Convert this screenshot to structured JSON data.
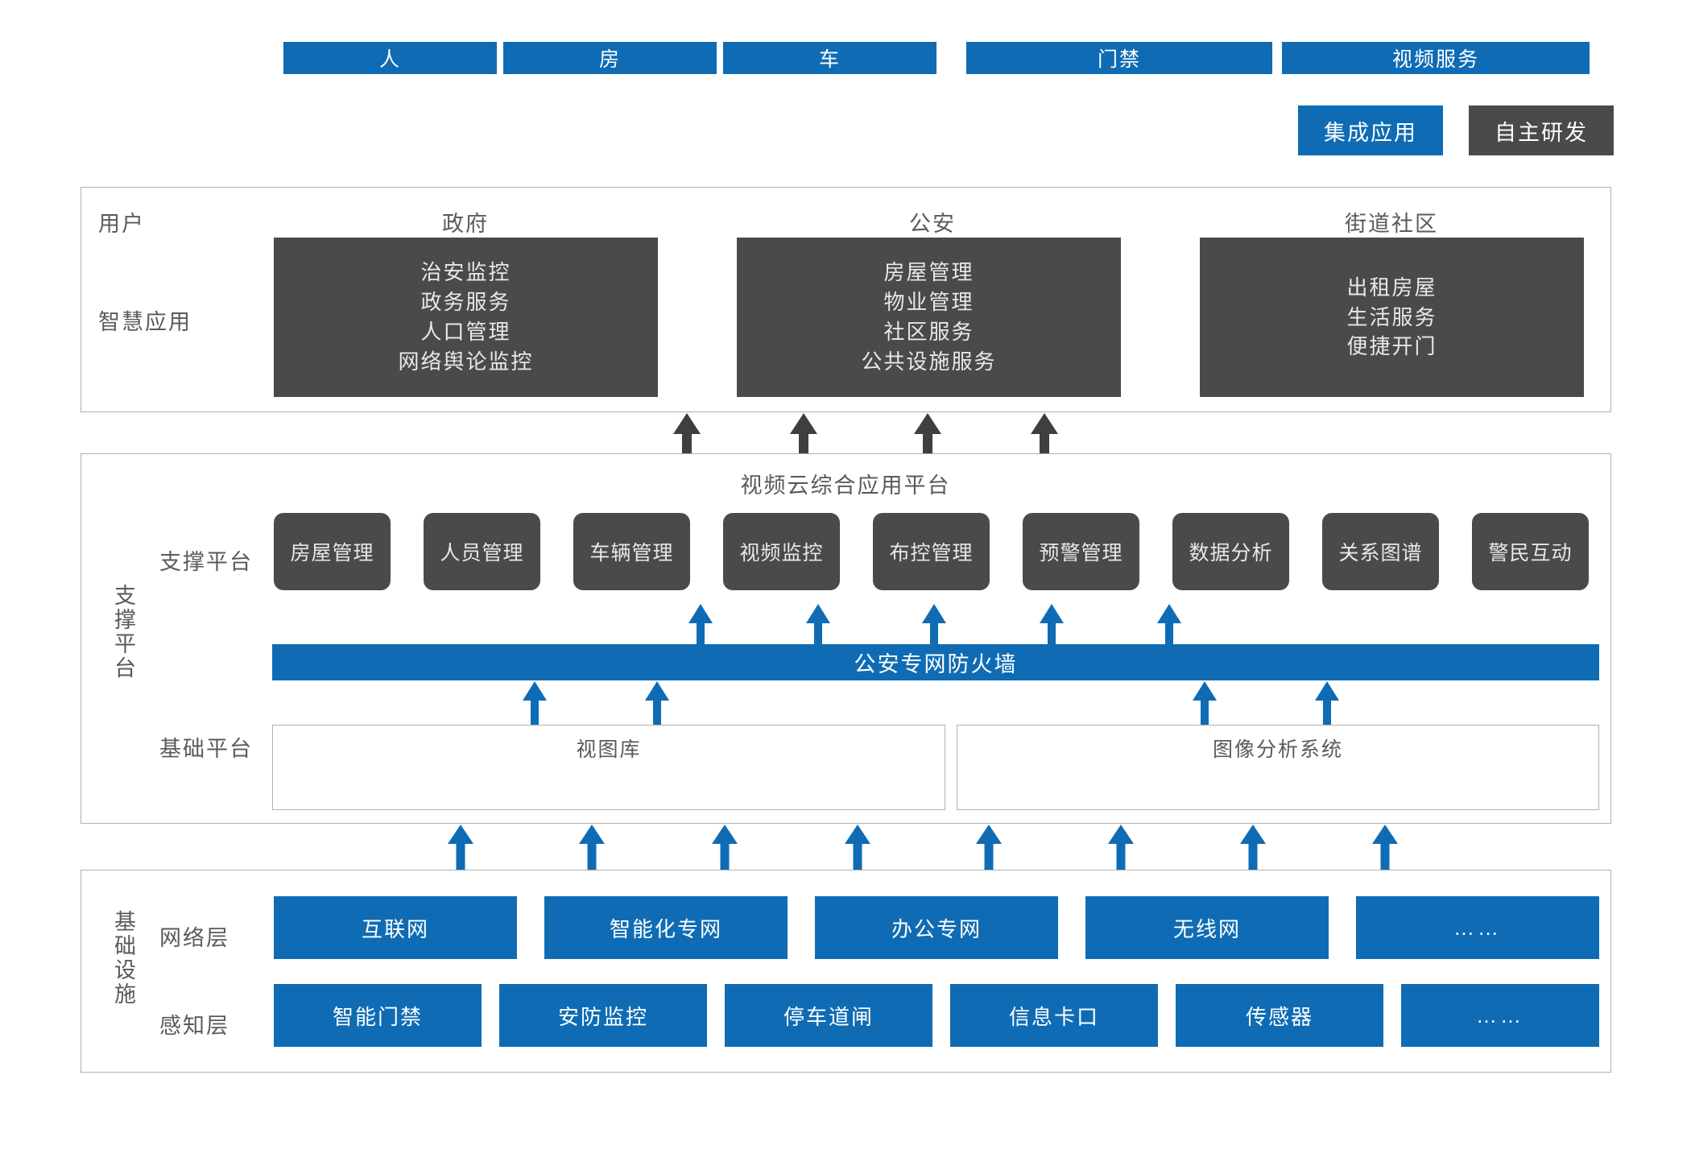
{
  "legend": {
    "items": [
      {
        "label": "集成应用",
        "color": "#0f6cb4",
        "kind": "integrated-application"
      },
      {
        "label": "自主研发",
        "color": "#4a4a4a",
        "kind": "self-developed"
      }
    ]
  },
  "application_layer": {
    "row_labels": {
      "user": "用户",
      "smart_app": "智慧应用"
    },
    "columns": [
      {
        "title": "政府",
        "items": [
          "治安监控",
          "政务服务",
          "人口管理",
          "网络舆论监控"
        ]
      },
      {
        "title": "公安",
        "items": [
          "房屋管理",
          "物业管理",
          "社区服务",
          "公共设施服务"
        ]
      },
      {
        "title": "街道社区",
        "items": [
          "出租房屋",
          "生活服务",
          "便捷开门"
        ]
      }
    ]
  },
  "platform_layer": {
    "side_label": "支撑平台",
    "title": "视频云综合应用平台",
    "support_label": "支撑平台",
    "base_label": "基础平台",
    "support_modules": [
      "房屋管理",
      "人员管理",
      "车辆管理",
      "视频监控",
      "布控管理",
      "预警管理",
      "数据分析",
      "关系图谱",
      "警民互动"
    ],
    "firewall": "公安专网防火墙",
    "base_groups": [
      {
        "title": "视图库",
        "items": [
          "人",
          "房",
          "车"
        ]
      },
      {
        "title": "图像分析系统",
        "items": [
          "门禁",
          "视频服务"
        ]
      }
    ]
  },
  "infrastructure_layer": {
    "side_label": "基础设施",
    "network_label": "网络层",
    "sense_label": "感知层",
    "network_items": [
      "互联网",
      "智能化专网",
      "办公专网",
      "无线网",
      "……"
    ],
    "sense_items": [
      "智能门禁",
      "安防监控",
      "停车道闸",
      "信息卡口",
      "传感器",
      "……"
    ]
  },
  "colors": {
    "blue": "#0f6cb4",
    "dark": "#4a4a4a",
    "border": "#b0b0b0",
    "text": "#5a5a5a",
    "arrow_dark": "#3f3f3f"
  }
}
